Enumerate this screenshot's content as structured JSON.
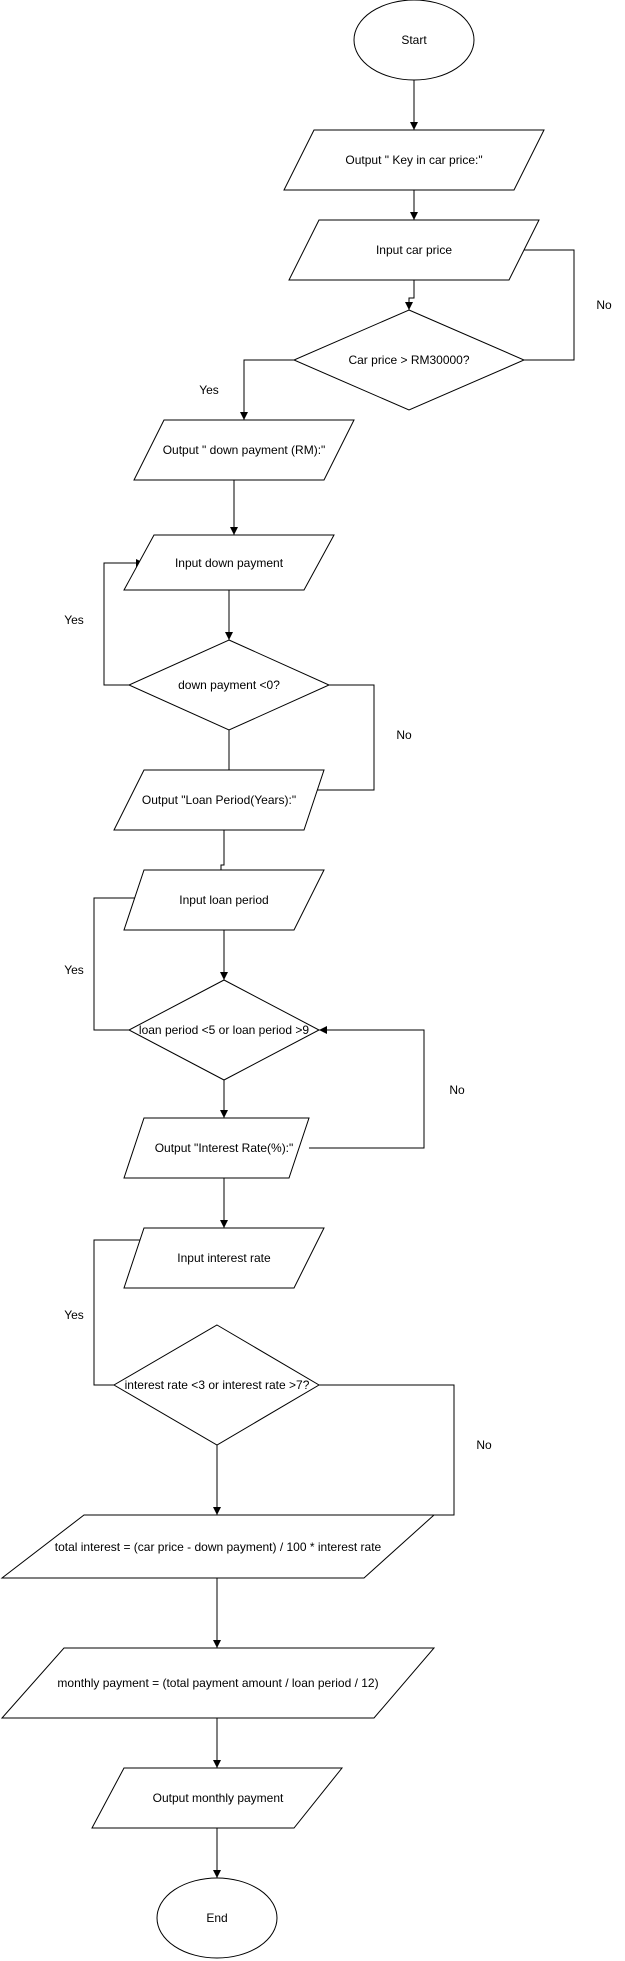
{
  "nodes": {
    "start": "Start",
    "out_car_price": "Output \" Key in car price:\"",
    "in_car_price": "Input car price",
    "dec_car_price": "Car price > RM30000?",
    "out_down_payment": "Output \" down payment (RM):\"",
    "in_down_payment": "Input down payment",
    "dec_down_payment": "down payment <0?",
    "out_loan_period": "Output \"Loan Period(Years):\"",
    "in_loan_period": "Input loan period",
    "dec_loan_period": "loan period <5 or loan period >9",
    "out_interest_rate": "Output \"Interest Rate(%):\"",
    "in_interest_rate": "Input interest rate",
    "dec_interest_rate": "interest rate <3 or interest rate >7?",
    "calc_total_interest": "total interest = (car price - down payment) / 100 * interest rate",
    "calc_monthly_payment": "monthly payment =  (total payment amount / loan period / 12)",
    "out_monthly_payment": "Output monthly payment",
    "end": "End"
  },
  "edge_labels": {
    "car_price_no": "No",
    "car_price_yes": "Yes",
    "down_payment_yes": "Yes",
    "down_payment_no": "No",
    "loan_period_yes": "Yes",
    "loan_period_no": "No",
    "interest_rate_yes": "Yes",
    "interest_rate_no": "No"
  }
}
